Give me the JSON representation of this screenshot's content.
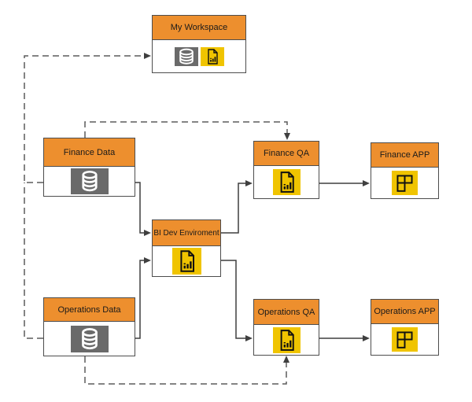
{
  "nodes": {
    "my_workspace": {
      "label": "My Workspace"
    },
    "finance_data": {
      "label": "Finance Data"
    },
    "operations_data": {
      "label": "Operations Data"
    },
    "bi_dev": {
      "label": "BI Dev Enviroment"
    },
    "finance_qa": {
      "label": "Finance QA"
    },
    "finance_app": {
      "label": "Finance APP"
    },
    "operations_qa": {
      "label": "Operations QA"
    },
    "operations_app": {
      "label": "Operations APP"
    }
  },
  "edges": [
    {
      "from": "Finance Data",
      "to": "My Workspace",
      "style": "dashed"
    },
    {
      "from": "Operations Data",
      "to": "My Workspace",
      "style": "dashed"
    },
    {
      "from": "Finance Data",
      "to": "Finance QA",
      "style": "dashed"
    },
    {
      "from": "Operations Data",
      "to": "Operations QA",
      "style": "dashed"
    },
    {
      "from": "Finance Data",
      "to": "BI Dev Enviroment",
      "style": "solid"
    },
    {
      "from": "Operations Data",
      "to": "BI Dev Enviroment",
      "style": "solid"
    },
    {
      "from": "BI Dev Enviroment",
      "to": "Finance QA",
      "style": "solid"
    },
    {
      "from": "BI Dev Enviroment",
      "to": "Operations QA",
      "style": "solid"
    },
    {
      "from": "Finance QA",
      "to": "Finance APP",
      "style": "solid"
    },
    {
      "from": "Operations QA",
      "to": "Operations APP",
      "style": "solid"
    }
  ],
  "icons": {
    "database": "database-icon",
    "report": "report-icon",
    "app": "app-icon"
  },
  "colors": {
    "header_orange": "#ED8F2E",
    "box_border": "#4D4D4D",
    "icon_gray": "#6A6A6A",
    "icon_yellow": "#F0C400",
    "connector": "#3F3F3F",
    "dashed_connector": "#5B5B5B",
    "label": "#1A1A1A",
    "bg": "#FFFFFF"
  }
}
